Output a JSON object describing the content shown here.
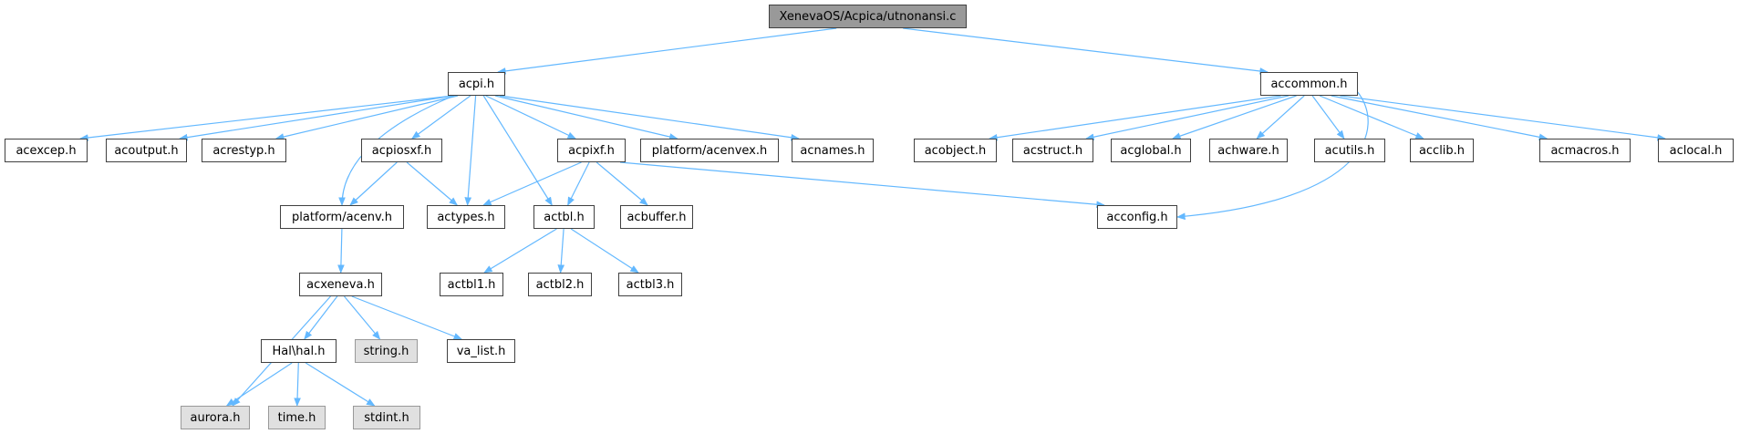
{
  "diagram": {
    "edge_color": "#63b8ff",
    "root_fill": "#999999",
    "missing_fill": "#e0e0e0",
    "nodes": [
      {
        "id": "root",
        "label": "XenevaOS/Acpica/utnonansi.c",
        "kind": "root"
      },
      {
        "id": "acpi_h",
        "label": "acpi.h",
        "kind": "file"
      },
      {
        "id": "accommon_h",
        "label": "accommon.h",
        "kind": "file"
      },
      {
        "id": "acexcep_h",
        "label": "acexcep.h",
        "kind": "file"
      },
      {
        "id": "acoutput_h",
        "label": "acoutput.h",
        "kind": "file"
      },
      {
        "id": "acrestyp_h",
        "label": "acrestyp.h",
        "kind": "file"
      },
      {
        "id": "acpiosxf_h",
        "label": "acpiosxf.h",
        "kind": "file"
      },
      {
        "id": "acpixf_h",
        "label": "acpixf.h",
        "kind": "file"
      },
      {
        "id": "platform_acenvex_h",
        "label": "platform/acenvex.h",
        "kind": "file"
      },
      {
        "id": "acnames_h",
        "label": "acnames.h",
        "kind": "file"
      },
      {
        "id": "acobject_h",
        "label": "acobject.h",
        "kind": "file"
      },
      {
        "id": "acstruct_h",
        "label": "acstruct.h",
        "kind": "file"
      },
      {
        "id": "acglobal_h",
        "label": "acglobal.h",
        "kind": "file"
      },
      {
        "id": "achware_h",
        "label": "achware.h",
        "kind": "file"
      },
      {
        "id": "acutils_h",
        "label": "acutils.h",
        "kind": "file"
      },
      {
        "id": "acclib_h",
        "label": "acclib.h",
        "kind": "file"
      },
      {
        "id": "acmacros_h",
        "label": "acmacros.h",
        "kind": "file"
      },
      {
        "id": "aclocal_h",
        "label": "aclocal.h",
        "kind": "file"
      },
      {
        "id": "platform_acenv_h",
        "label": "platform/acenv.h",
        "kind": "file"
      },
      {
        "id": "actypes_h",
        "label": "actypes.h",
        "kind": "file"
      },
      {
        "id": "actbl_h",
        "label": "actbl.h",
        "kind": "file"
      },
      {
        "id": "acbuffer_h",
        "label": "acbuffer.h",
        "kind": "file"
      },
      {
        "id": "acconfig_h",
        "label": "acconfig.h",
        "kind": "file"
      },
      {
        "id": "acxeneva_h",
        "label": "acxeneva.h",
        "kind": "file"
      },
      {
        "id": "actbl1_h",
        "label": "actbl1.h",
        "kind": "file"
      },
      {
        "id": "actbl2_h",
        "label": "actbl2.h",
        "kind": "file"
      },
      {
        "id": "actbl3_h",
        "label": "actbl3.h",
        "kind": "file"
      },
      {
        "id": "hal_hal_h",
        "label": "Hal\\hal.h",
        "kind": "file"
      },
      {
        "id": "string_h",
        "label": "string.h",
        "kind": "missing"
      },
      {
        "id": "va_list_h",
        "label": "va_list.h",
        "kind": "file"
      },
      {
        "id": "aurora_h",
        "label": "aurora.h",
        "kind": "missing"
      },
      {
        "id": "time_h",
        "label": "time.h",
        "kind": "missing"
      },
      {
        "id": "stdint_h",
        "label": "stdint.h",
        "kind": "missing"
      }
    ],
    "edges": [
      [
        "root",
        "acpi_h"
      ],
      [
        "root",
        "accommon_h"
      ],
      [
        "acpi_h",
        "acexcep_h"
      ],
      [
        "acpi_h",
        "acoutput_h"
      ],
      [
        "acpi_h",
        "acrestyp_h"
      ],
      [
        "acpi_h",
        "acpiosxf_h"
      ],
      [
        "acpi_h",
        "acpixf_h"
      ],
      [
        "acpi_h",
        "platform_acenvex_h"
      ],
      [
        "acpi_h",
        "acnames_h"
      ],
      [
        "acpi_h",
        "platform_acenv_h"
      ],
      [
        "acpi_h",
        "actypes_h"
      ],
      [
        "acpi_h",
        "actbl_h"
      ],
      [
        "acpiosxf_h",
        "platform_acenv_h"
      ],
      [
        "acpiosxf_h",
        "actypes_h"
      ],
      [
        "acpixf_h",
        "actypes_h"
      ],
      [
        "acpixf_h",
        "actbl_h"
      ],
      [
        "acpixf_h",
        "acbuffer_h"
      ],
      [
        "acpixf_h",
        "acconfig_h"
      ],
      [
        "accommon_h",
        "acobject_h"
      ],
      [
        "accommon_h",
        "acstruct_h"
      ],
      [
        "accommon_h",
        "acglobal_h"
      ],
      [
        "accommon_h",
        "achware_h"
      ],
      [
        "accommon_h",
        "acutils_h"
      ],
      [
        "accommon_h",
        "acclib_h"
      ],
      [
        "accommon_h",
        "acmacros_h"
      ],
      [
        "accommon_h",
        "aclocal_h"
      ],
      [
        "accommon_h",
        "acconfig_h"
      ],
      [
        "platform_acenv_h",
        "acxeneva_h"
      ],
      [
        "actbl_h",
        "actbl1_h"
      ],
      [
        "actbl_h",
        "actbl2_h"
      ],
      [
        "actbl_h",
        "actbl3_h"
      ],
      [
        "acxeneva_h",
        "hal_hal_h"
      ],
      [
        "acxeneva_h",
        "string_h"
      ],
      [
        "acxeneva_h",
        "va_list_h"
      ],
      [
        "acxeneva_h",
        "aurora_h"
      ],
      [
        "hal_hal_h",
        "aurora_h"
      ],
      [
        "hal_hal_h",
        "time_h"
      ],
      [
        "hal_hal_h",
        "stdint_h"
      ]
    ]
  }
}
